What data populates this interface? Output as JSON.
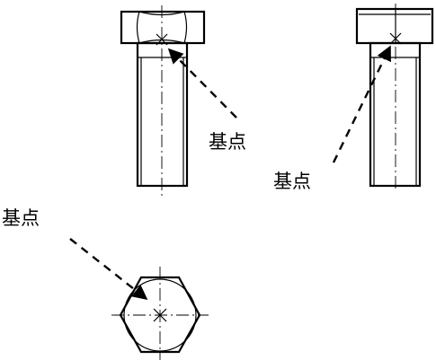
{
  "labels": {
    "bolt_front": "基点",
    "bolt_side": "基点",
    "hex_top": "基点"
  }
}
